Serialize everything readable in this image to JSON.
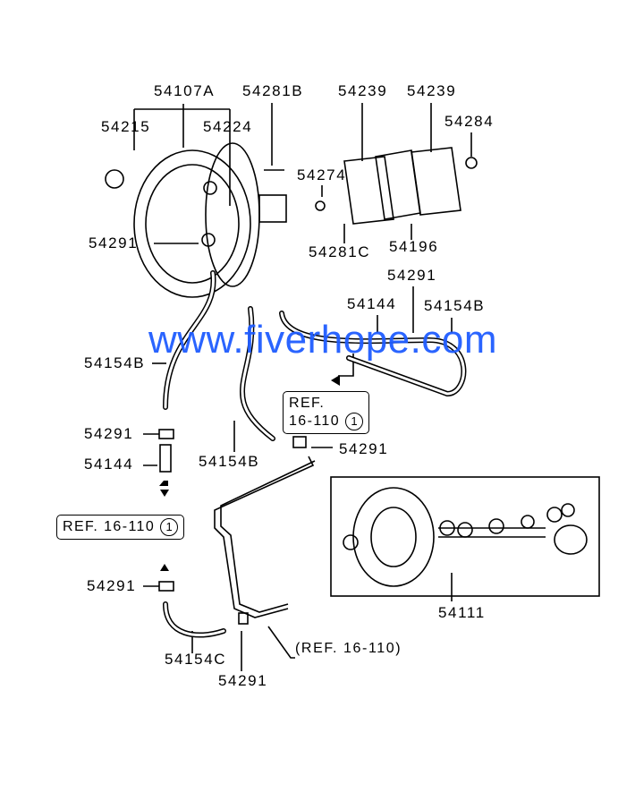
{
  "labels": [
    "54107A",
    "54281B",
    "54239",
    "54239",
    "54215",
    "54224",
    "54284",
    "54274",
    "54291",
    "54281C",
    "54196",
    "54291",
    "54144",
    "54154B",
    "54154B",
    "54291",
    "54291",
    "54144",
    "54154B",
    "54291",
    "54154C",
    "54291",
    "54111"
  ],
  "refs": {
    "ref_right": {
      "line1": "REF.",
      "line2": "16-110",
      "num": "1"
    },
    "ref_left": {
      "text": "REF. 16-110",
      "num": "1"
    },
    "ref_bottom": {
      "text": "(REF. 16-110)"
    }
  },
  "watermark": "www.fiverhope.com"
}
